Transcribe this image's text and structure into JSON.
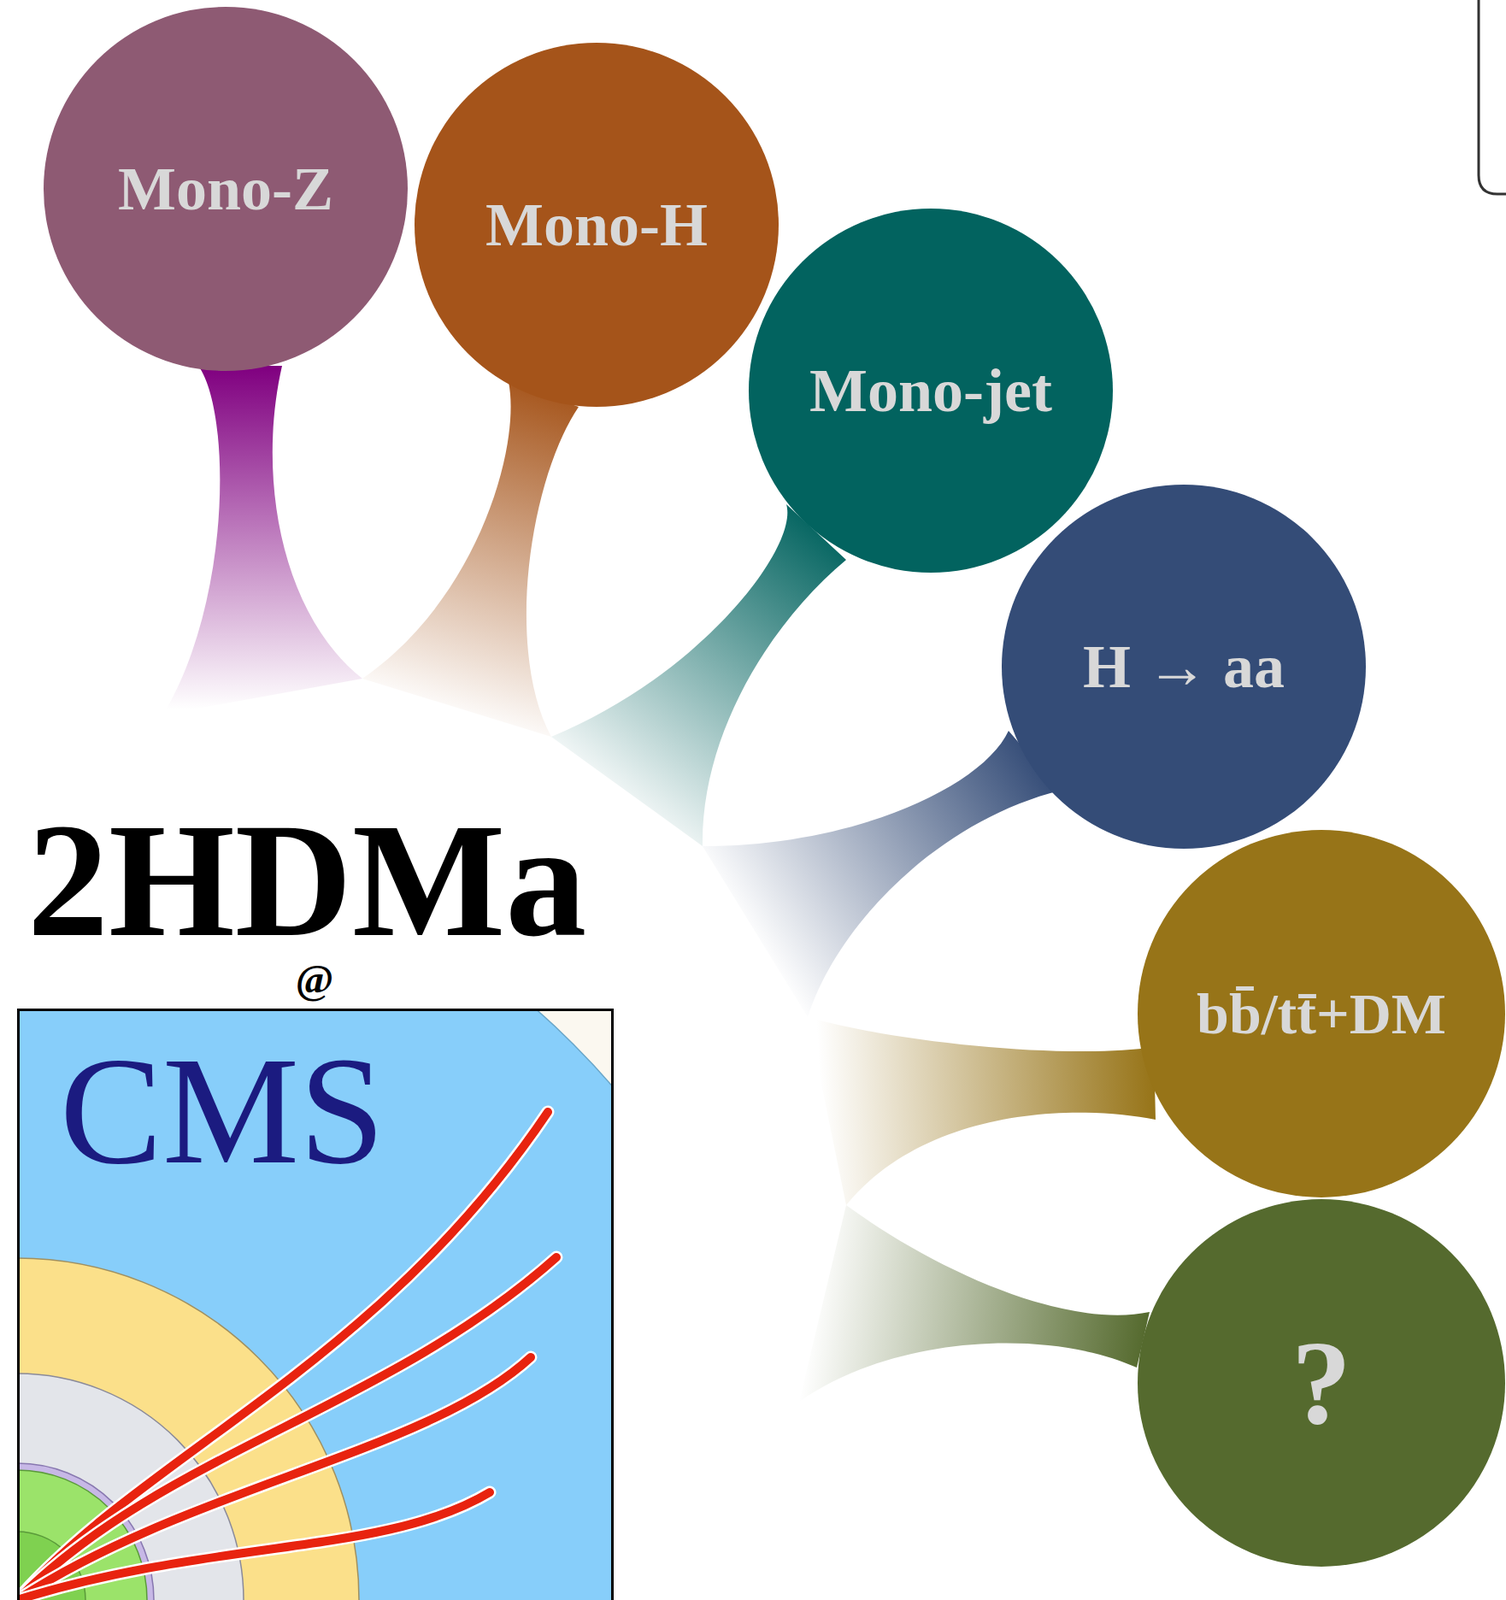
{
  "diagram": {
    "title": "2HDMa",
    "nodes": [
      {
        "text": [
          "Mono-Z"
        ]
      },
      {
        "text": [
          "Mono-H"
        ]
      },
      {
        "text": [
          "Mono-jet"
        ]
      },
      {
        "text": [
          "H → aa"
        ]
      },
      {
        "text": [
          "bb̄/tt̄+DM"
        ]
      },
      {
        "text": [
          "?"
        ]
      },
      {
        "text": [
          "CMS"
        ]
      }
    ],
    "labels": [
      "@"
    ]
  }
}
